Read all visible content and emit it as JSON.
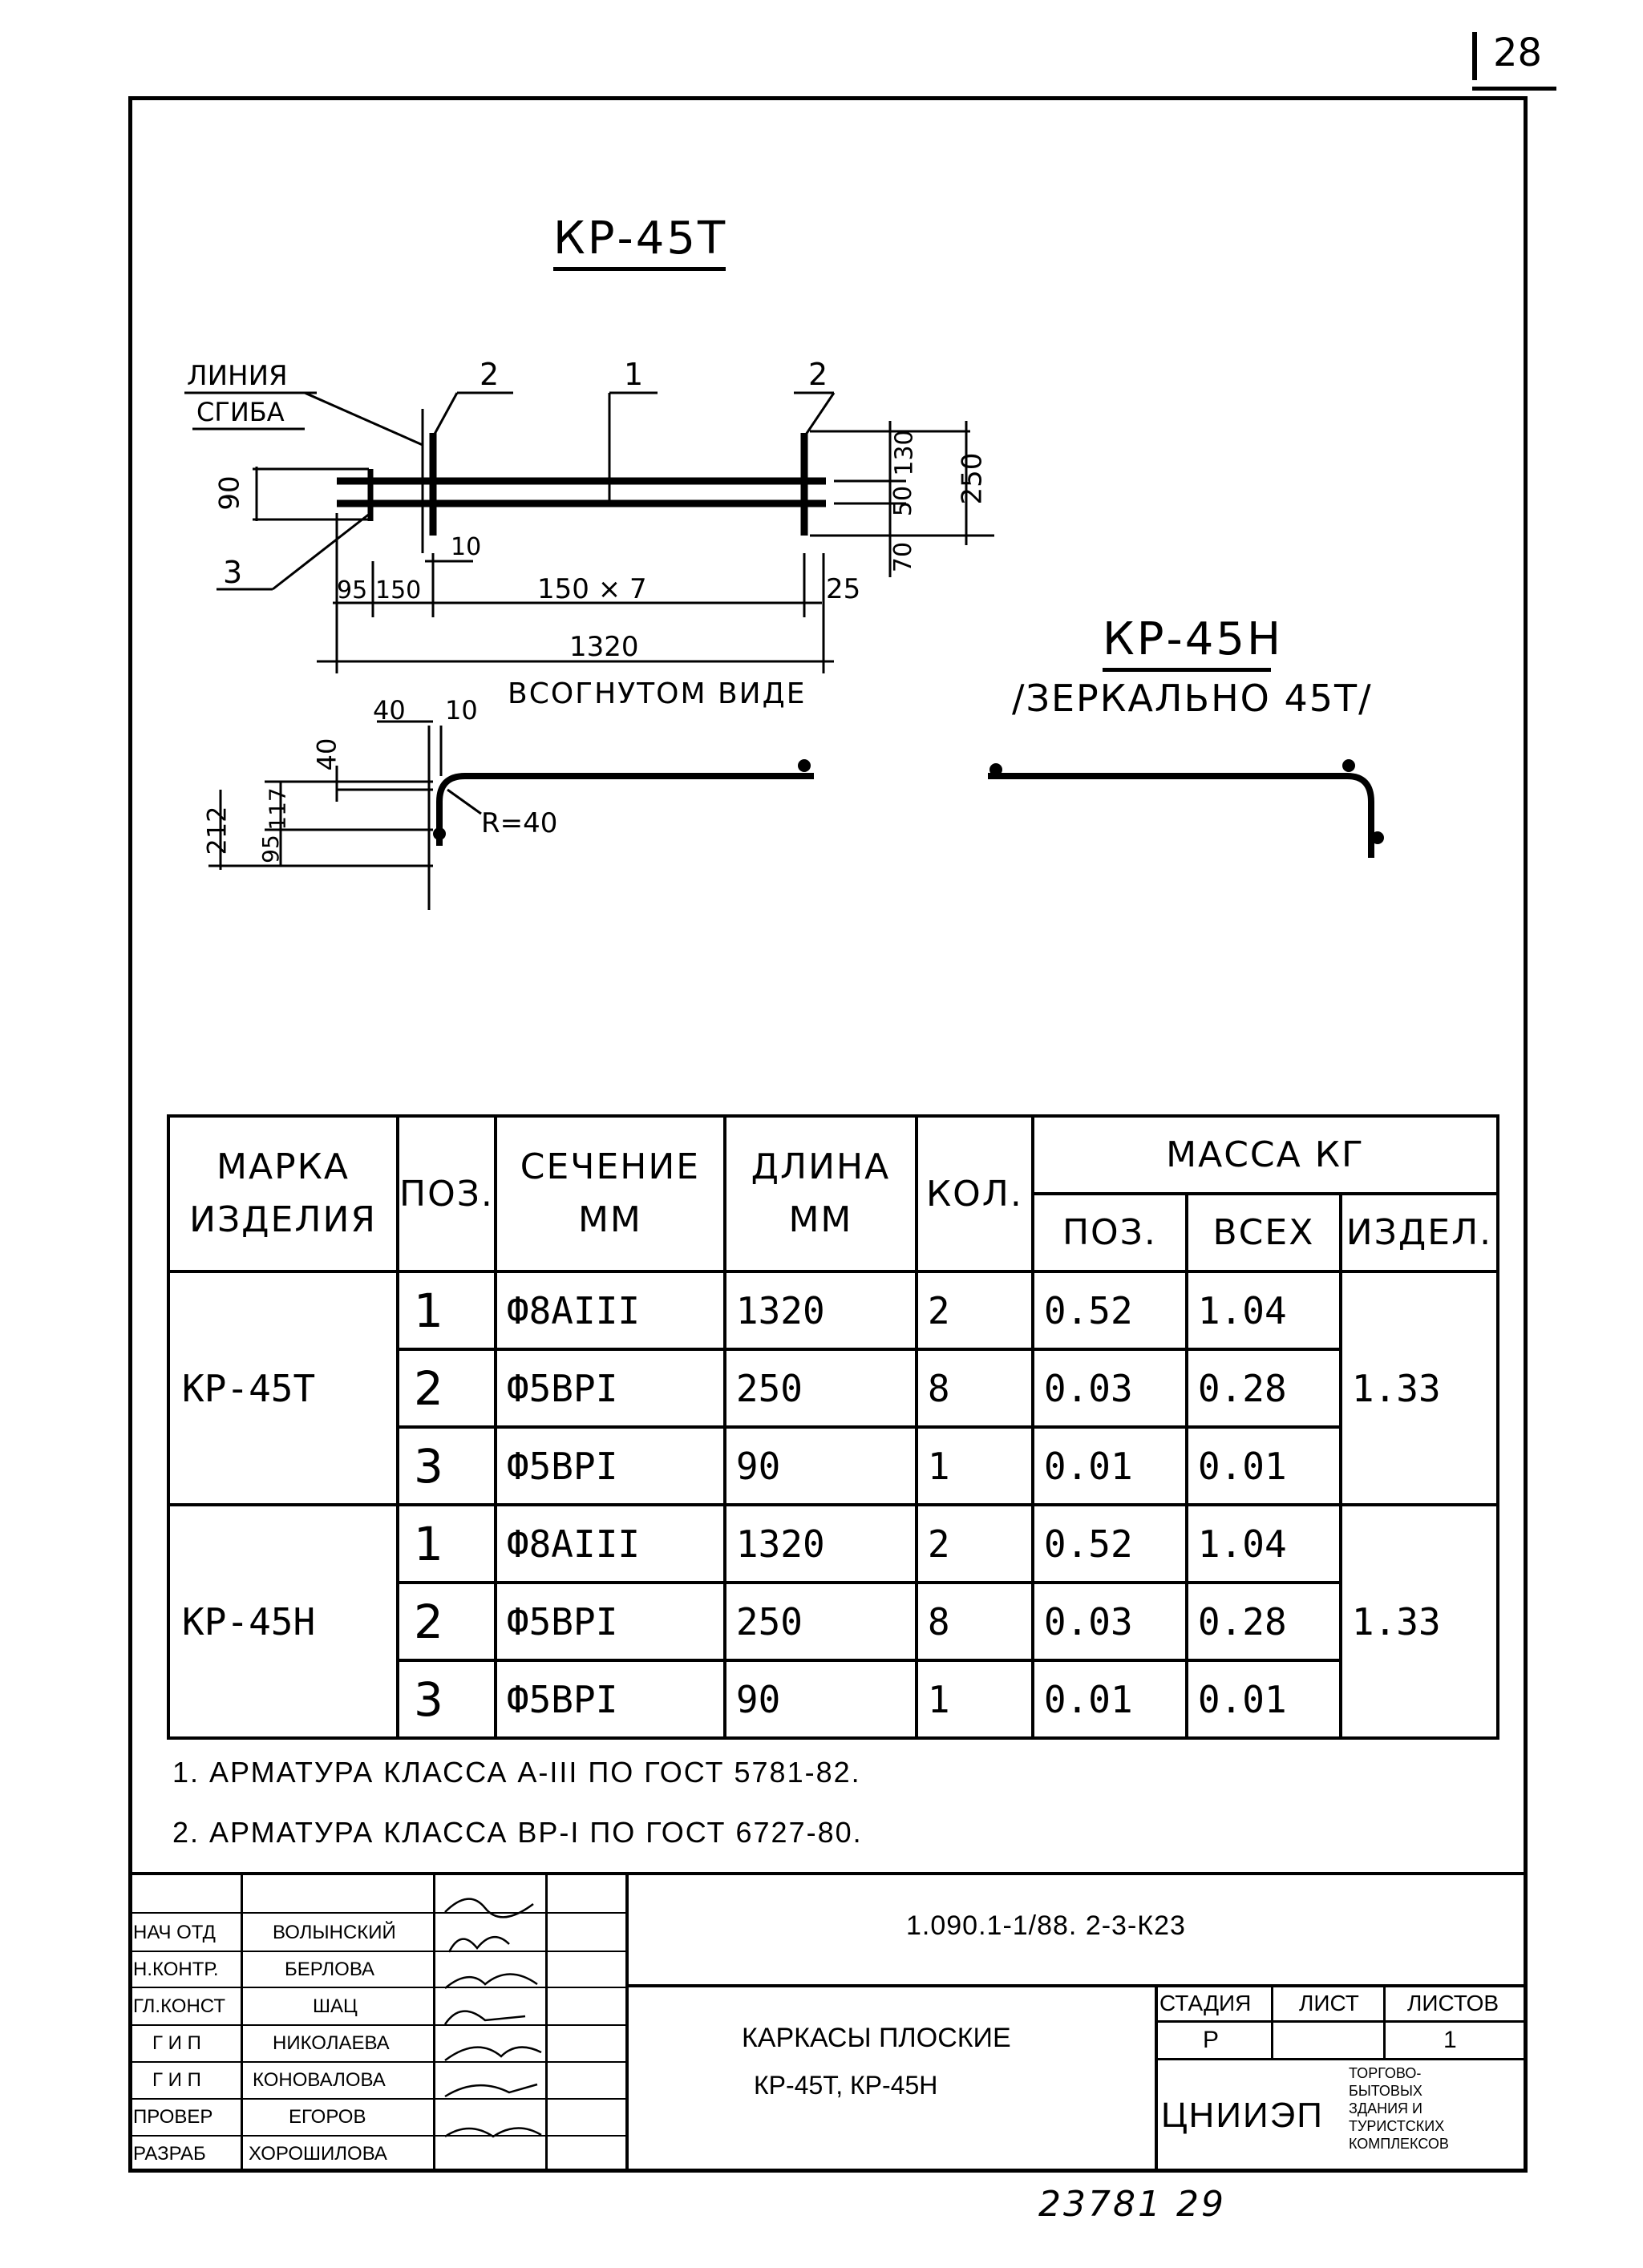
{
  "page_number": "28",
  "drawing": {
    "title_main": "КР-45Т",
    "title_mirror": "КР-45Н",
    "mirror_note": "/ЗЕРКАЛЬНО 45Т/",
    "bend_line_label_1": "ЛИНИЯ",
    "bend_line_label_2": "СГИБА",
    "callouts": [
      "2",
      "1",
      "2",
      "3"
    ],
    "dims": {
      "d90": "90",
      "d95": "95",
      "d150": "150",
      "d10a": "10",
      "d150x7": "150 × 7",
      "d25": "25",
      "d1320": "1320",
      "bent_view": "ВСОГНУТОМ ВИДЕ",
      "d130": "130",
      "d50": "50",
      "d70": "70",
      "d250": "250",
      "d40a": "40",
      "d10b": "10",
      "d40b": "40",
      "d212": "212",
      "d117": "117",
      "d95b": "95",
      "radius": "R=40"
    }
  },
  "table": {
    "headers": {
      "mark": "МАРКА ИЗДЕЛИЯ",
      "pos": "ПОЗ.",
      "section": "СЕЧЕНИЕ ММ",
      "length": "ДЛИНА ММ",
      "qty": "КОЛ.",
      "mass": "МАССА КГ",
      "mass_pos": "ПОЗ.",
      "mass_all": "ВСЕХ",
      "mass_item": "ИЗДЕЛ."
    },
    "groups": [
      {
        "mark": "КР-45Т",
        "total": "1.33",
        "rows": [
          {
            "pos": "1",
            "section": "Ф8АIII",
            "length": "1320",
            "qty": "2",
            "mass_pos": "0.52",
            "mass_all": "1.04"
          },
          {
            "pos": "2",
            "section": "Ф5ВРI",
            "length": "250",
            "qty": "8",
            "mass_pos": "0.03",
            "mass_all": "0.28"
          },
          {
            "pos": "3",
            "section": "Ф5ВРI",
            "length": "90",
            "qty": "1",
            "mass_pos": "0.01",
            "mass_all": "0.01"
          }
        ]
      },
      {
        "mark": "КР-45Н",
        "total": "1.33",
        "rows": [
          {
            "pos": "1",
            "section": "Ф8АIII",
            "length": "1320",
            "qty": "2",
            "mass_pos": "0.52",
            "mass_all": "1.04"
          },
          {
            "pos": "2",
            "section": "Ф5ВРI",
            "length": "250",
            "qty": "8",
            "mass_pos": "0.03",
            "mass_all": "0.28"
          },
          {
            "pos": "3",
            "section": "Ф5ВРI",
            "length": "90",
            "qty": "1",
            "mass_pos": "0.01",
            "mass_all": "0.01"
          }
        ]
      }
    ]
  },
  "notes": [
    "1. АРМАТУРА КЛАССА А-III ПО ГОСТ 5781-82.",
    "2. АРМАТУРА КЛАССА ВР-I ПО ГОСТ 6727-80."
  ],
  "title_block": {
    "code": "1.090.1-1/88. 2-3-К23",
    "name_line1": "КАРКАСЫ ПЛОСКИЕ",
    "name_line2": "КР-45Т, КР-45Н",
    "stage_label": "СТАДИЯ",
    "sheet_label": "ЛИСТ",
    "sheets_label": "ЛИСТОВ",
    "stage_value": "Р",
    "sheet_value": "",
    "sheets_value": "1",
    "org": "ЦНИИЭП",
    "org_sub": [
      "ТОРГОВО-",
      "БЫТОВЫХ",
      "ЗДАНИЯ И",
      "ТУРИСТСКИХ",
      "КОМПЛЕКСОВ"
    ],
    "staff": [
      {
        "role": "НАЧ ОТД",
        "name": "ВОЛЫНСКИЙ"
      },
      {
        "role": "Н.КОНТР.",
        "name": "БЕРЛОВА"
      },
      {
        "role": "ГЛ.КОНСТ",
        "name": "ШАЦ"
      },
      {
        "role": "Г И П",
        "name": "НИКОЛАЕВА"
      },
      {
        "role": "Г И П",
        "name": "КОНОВАЛОВА"
      },
      {
        "role": "ПРОВЕР",
        "name": "ЕГОРОВ"
      },
      {
        "role": "РАЗРАБ",
        "name": "ХОРОШИЛОВА"
      }
    ]
  },
  "footer_stamp": "23781  29"
}
